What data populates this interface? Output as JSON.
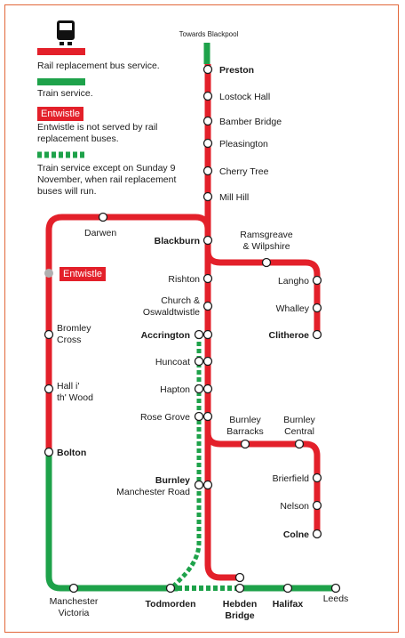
{
  "colors": {
    "bus": "#e3202a",
    "train": "#1ea24a",
    "frame": "#e2673a",
    "closed_station": "#b0b0b0"
  },
  "icons": {
    "bus": "bus-icon"
  },
  "direction": "Towards Blackpool",
  "legend": {
    "bus": "Rail replacement bus service.",
    "train": "Train service.",
    "entwistle_badge": "Entwistle",
    "entwistle_note": "Entwistle is not served by rail replacement buses.",
    "dotted_note": "Train service except on Sunday 9 November, when rail replacement buses will run."
  },
  "entwistle_label": "Entwistle",
  "stations": {
    "preston": "Preston",
    "lostock_hall": "Lostock Hall",
    "bamber_bridge": "Bamber Bridge",
    "pleasington": "Pleasington",
    "cherry_tree": "Cherry Tree",
    "mill_hill": "Mill Hill",
    "darwen": "Darwen",
    "blackburn": "Blackburn",
    "ramsgreave_1": "Ramsgreave",
    "ramsgreave_2": "& Wilpshire",
    "langho": "Langho",
    "whalley": "Whalley",
    "clitheroe": "Clitheroe",
    "rishton": "Rishton",
    "church_1": "Church &",
    "church_2": "Oswaldtwistle",
    "accrington": "Accrington",
    "huncoat": "Huncoat",
    "hapton": "Hapton",
    "rose_grove": "Rose Grove",
    "bromley_1": "Bromley",
    "bromley_2": "Cross",
    "hall_1": "Hall i'",
    "hall_2": "th' Wood",
    "bolton": "Bolton",
    "burnley_barracks_1": "Burnley",
    "burnley_barracks_2": "Barracks",
    "burnley_central_1": "Burnley",
    "burnley_central_2": "Central",
    "brierfield": "Brierfield",
    "nelson": "Nelson",
    "colne": "Colne",
    "burnley_mr_1": "Burnley",
    "burnley_mr_2": "Manchester Road",
    "manchester_1": "Manchester",
    "manchester_2": "Victoria",
    "todmorden": "Todmorden",
    "hebden_1": "Hebden",
    "hebden_2": "Bridge",
    "halifax": "Halifax",
    "leeds": "Leeds"
  }
}
